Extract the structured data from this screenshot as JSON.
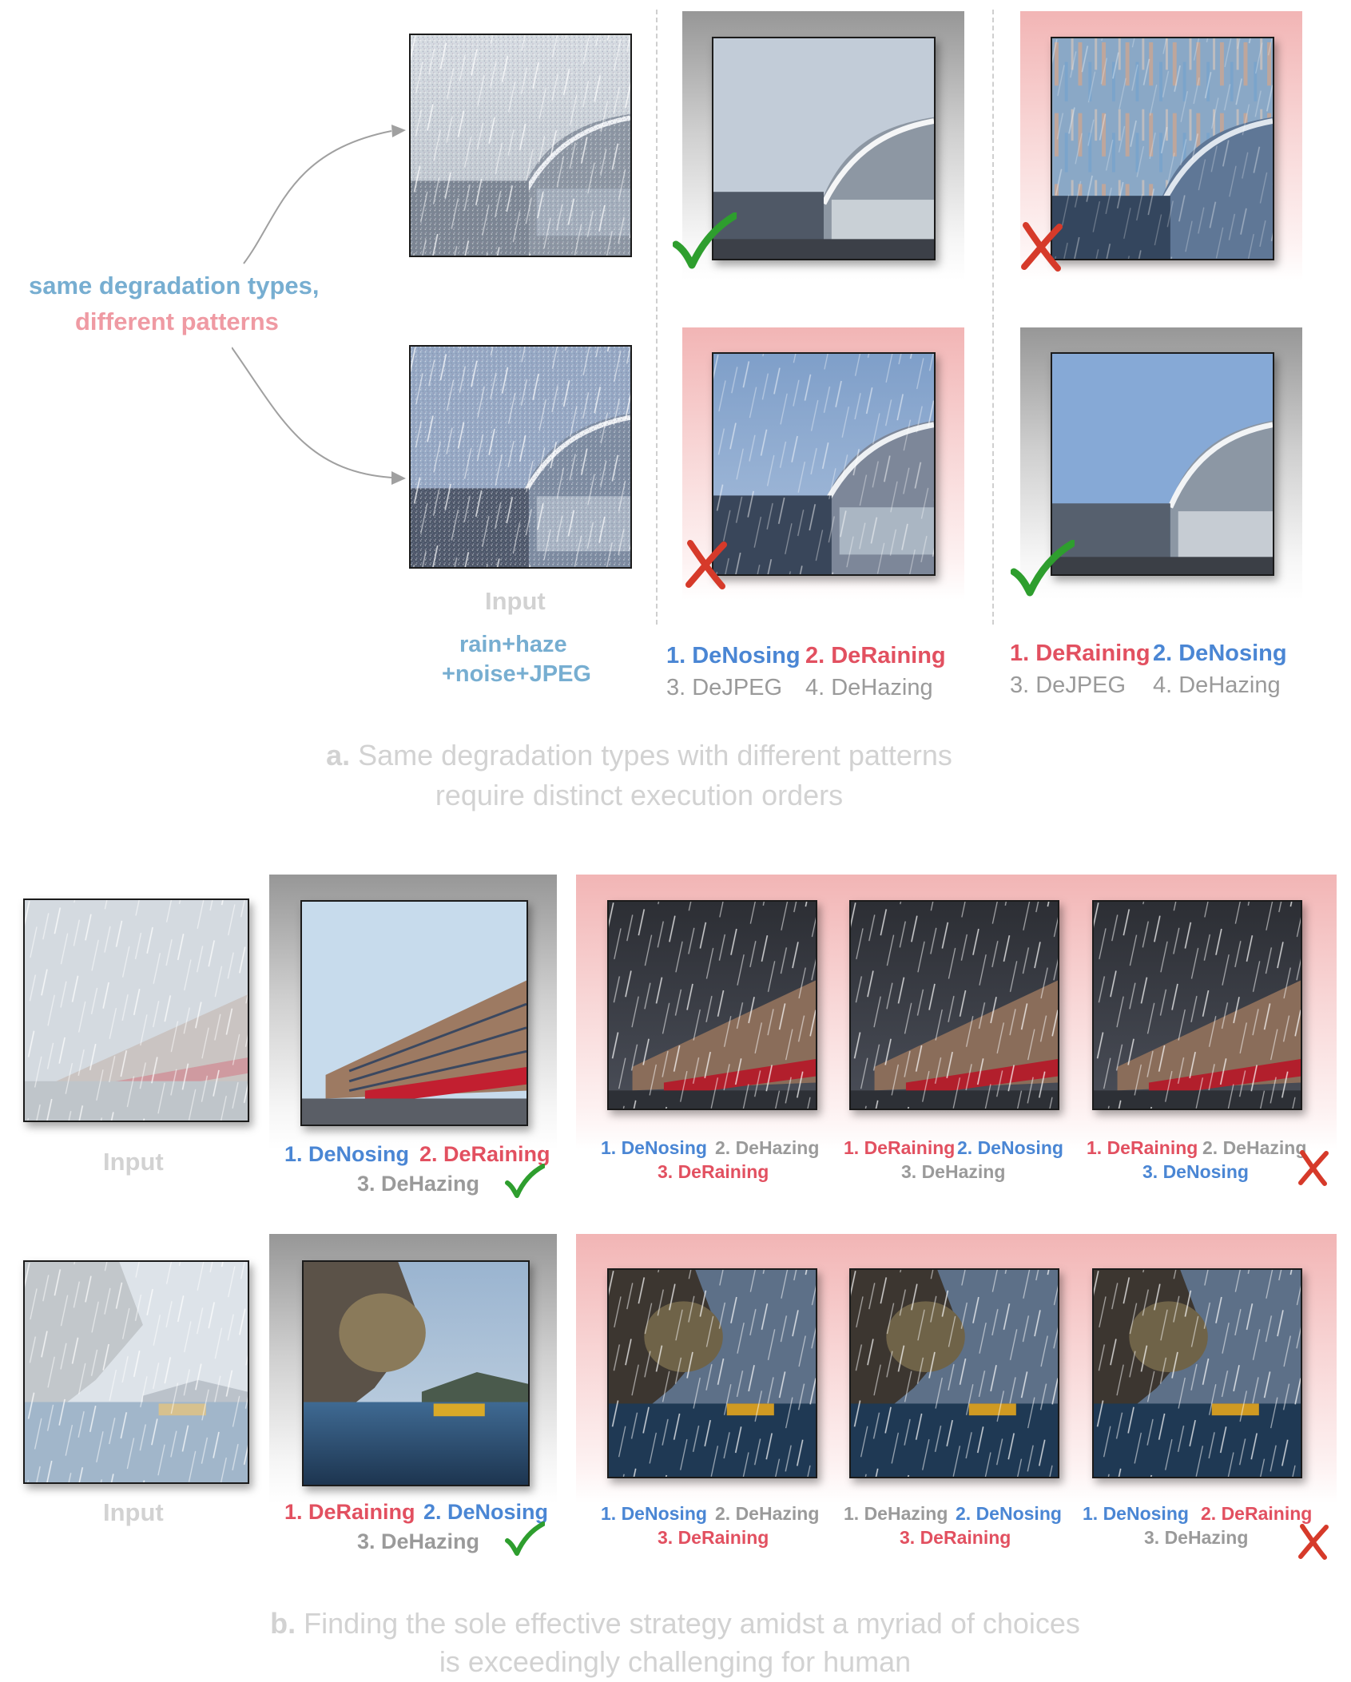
{
  "section_a": {
    "annotation_line1": "same degradation types,",
    "annotation_line2": "different patterns",
    "input_label": "Input",
    "degradation_line1": "rain+haze",
    "degradation_line2": "+noise+JPEG",
    "order_left": {
      "step1": "1. DeNosing",
      "step2": "2. DeRaining",
      "step3": "3. DeJPEG",
      "step4": "4. DeHazing"
    },
    "order_right": {
      "step1": "1. DeRaining",
      "step2": "2. DeNosing",
      "step3": "3. DeJPEG",
      "step4": "4. DeHazing"
    },
    "caption_prefix": "a.",
    "caption_line1": "Same degradation types with different patterns",
    "caption_line2": "require distinct execution orders"
  },
  "section_b": {
    "row1": {
      "input_label": "Input",
      "best": {
        "step1": "1. DeNosing",
        "step2": "2. DeRaining",
        "step3": "3. DeHazing"
      },
      "alt1": {
        "step1": "1. DeNosing",
        "step2": "2. DeHazing",
        "step3": "3. DeRaining"
      },
      "alt2": {
        "step1": "1. DeRaining",
        "step2": "2. DeNosing",
        "step3": "3. DeHazing"
      },
      "alt3": {
        "step1": "1. DeRaining",
        "step2": "2. DeHazing",
        "step3": "3. DeNosing"
      }
    },
    "row2": {
      "input_label": "Input",
      "best": {
        "step1": "1. DeRaining",
        "step2": "2. DeNosing",
        "step3": "3. DeHazing"
      },
      "alt1": {
        "step1": "1. DeNosing",
        "step2": "2. DeHazing",
        "step3": "3. DeRaining"
      },
      "alt2": {
        "step1": "1. DeHazing",
        "step2": "2. DeNosing",
        "step3": "3. DeRaining"
      },
      "alt3": {
        "step1": "1. DeNosing",
        "step2": "2. DeRaining",
        "step3": "3. DeHazing"
      }
    },
    "caption_prefix": "b.",
    "caption_line1": "Finding the sole effective strategy amidst a myriad of choices",
    "caption_line2": "is exceedingly challenging for human"
  },
  "colors": {
    "blue": "#4a86d4",
    "red": "#e25060",
    "check_green": "#2e9e2e",
    "cross_red": "#d63a2a",
    "caption_gray": "#d2d2d2"
  },
  "icons": [
    "check-icon",
    "cross-icon",
    "curved-arrow"
  ]
}
